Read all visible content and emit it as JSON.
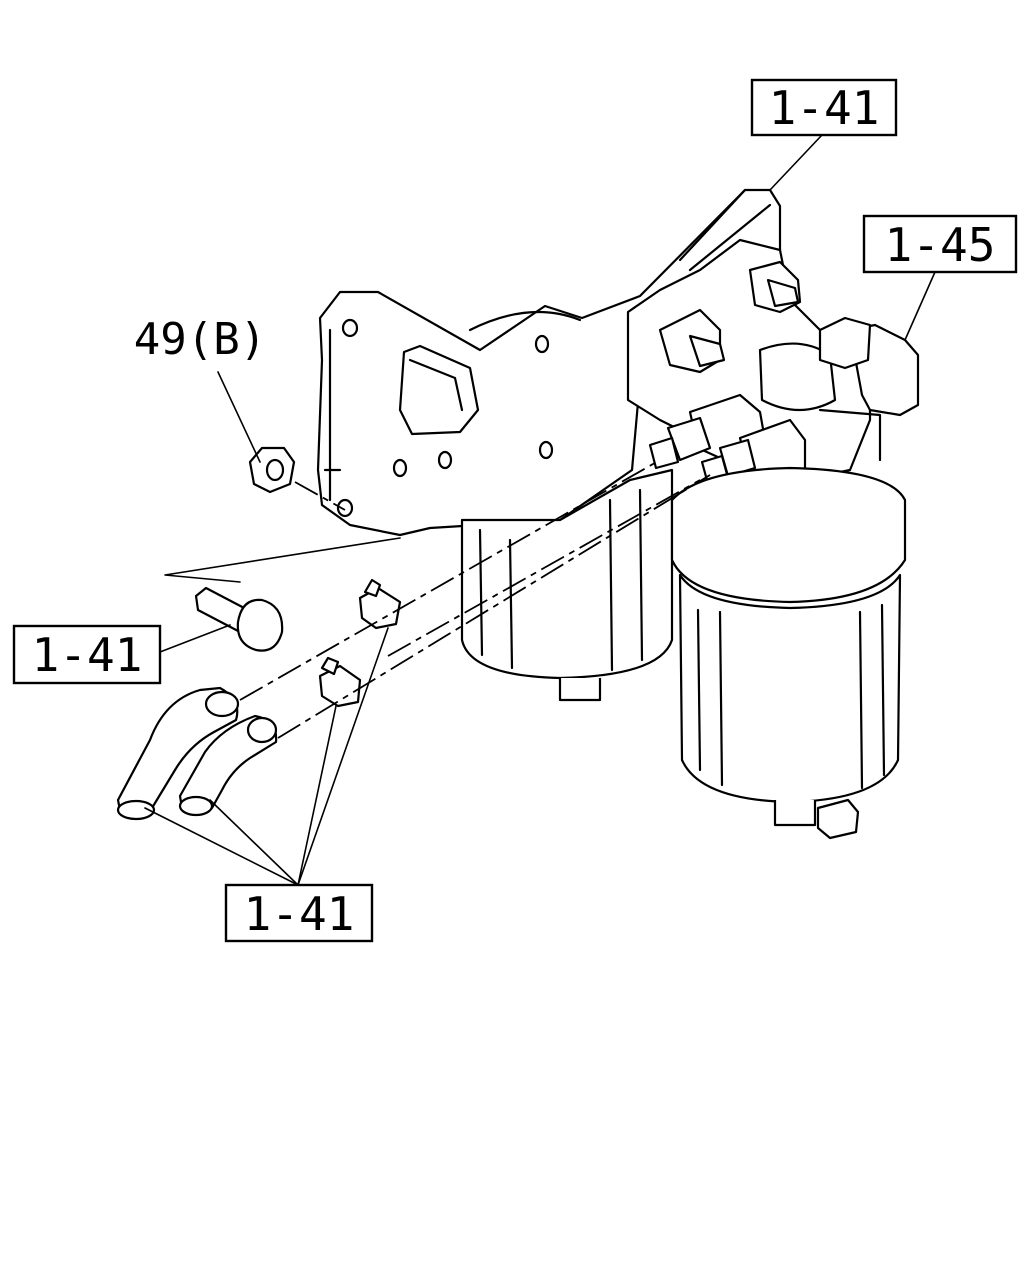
{
  "diagram": {
    "callouts": {
      "bracket_ref": "1-41",
      "filter_head_ref": "1-45",
      "nut_ref": "49(B)",
      "bolt_ref": "1-41",
      "hose_clip_ref": "1-41"
    }
  }
}
